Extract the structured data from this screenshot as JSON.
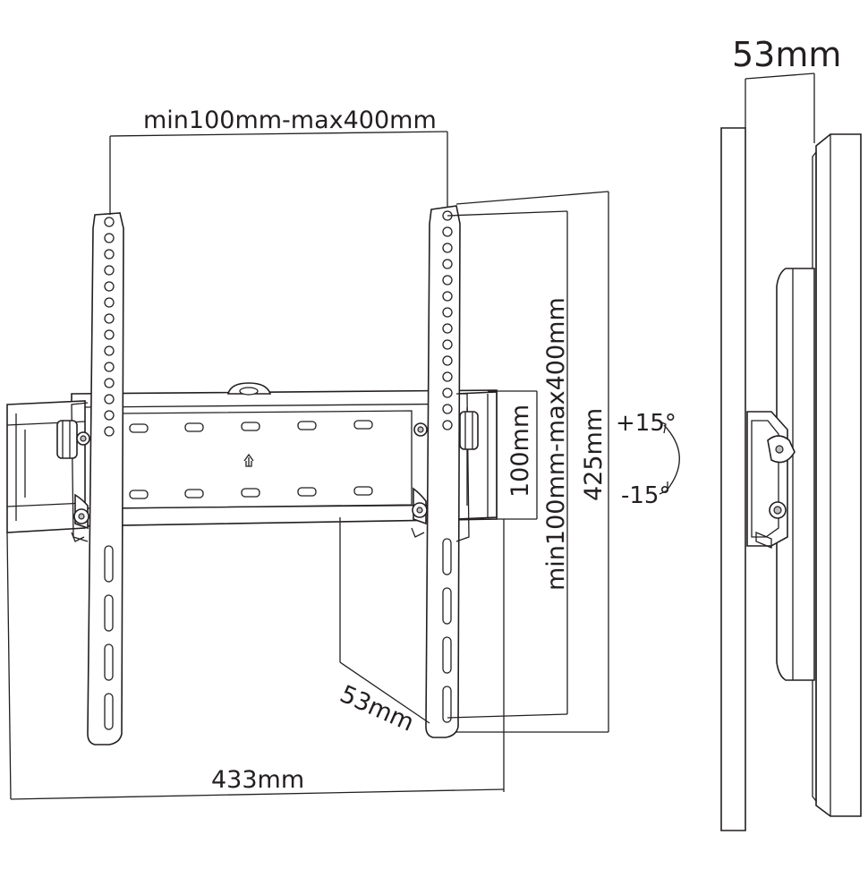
{
  "labels": {
    "vesa_horizontal": "min100mm-max400mm",
    "vesa_vertical": "min100mm-max400mm",
    "height_total": "425mm",
    "wall_plate_height": "100mm",
    "profile_depth_front": "53mm",
    "profile_depth_side": "53mm",
    "width_total": "433mm",
    "tilt_plus": "+15°",
    "tilt_minus": "-15°"
  },
  "colors": {
    "line": "#231f20",
    "background": "#ffffff"
  }
}
